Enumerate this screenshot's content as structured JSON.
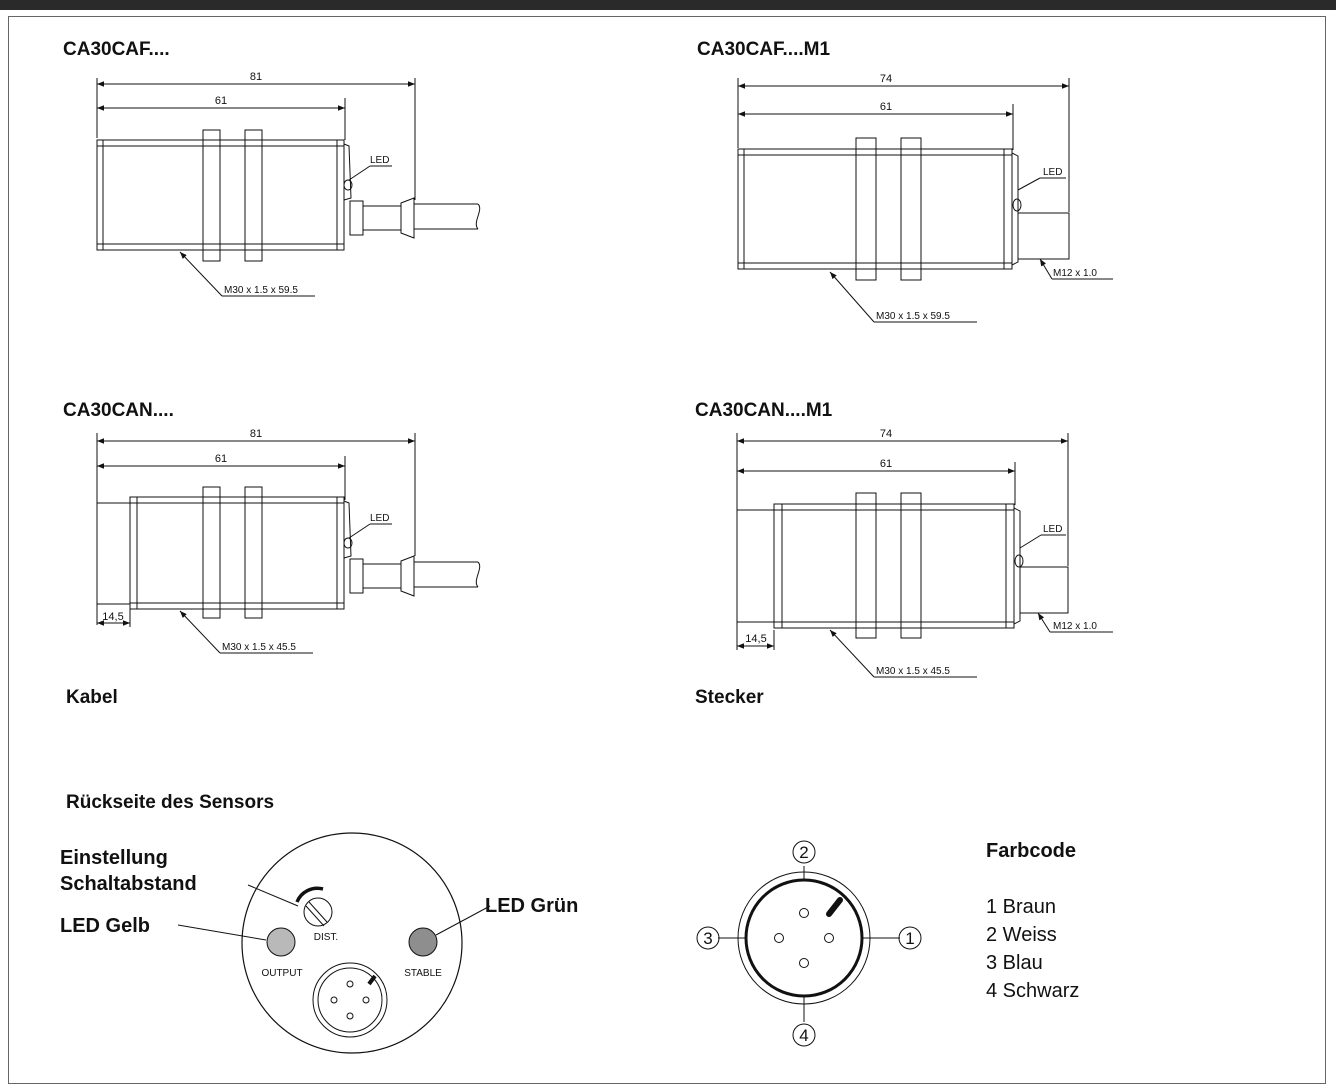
{
  "views": {
    "caf_cable": {
      "title": "CA30CAF....",
      "dim_total": "81",
      "dim_body": "61",
      "led": "LED",
      "thread": "M30 x 1.5 x 59.5"
    },
    "caf_plug": {
      "title": "CA30CAF....M1",
      "dim_total": "74",
      "dim_body": "61",
      "led": "LED",
      "thread": "M30 x 1.5 x 59.5",
      "connector": "M12 x 1.0"
    },
    "can_cable": {
      "title": "CA30CAN....",
      "dim_total": "81",
      "dim_body": "61",
      "led": "LED",
      "thread": "M30 x 1.5 x 45.5",
      "head": "14,5"
    },
    "can_plug": {
      "title": "CA30CAN....M1",
      "dim_total": "74",
      "dim_body": "61",
      "led": "LED",
      "thread": "M30 x 1.5 x 45.5",
      "head": "14,5",
      "connector": "M12 x 1.0"
    }
  },
  "labels": {
    "kabel": "Kabel",
    "stecker": "Stecker"
  },
  "back": {
    "title": "Rückseite des Sensors",
    "setting_line1": "Einstellung",
    "setting_line2": "Schaltabstand",
    "led_yellow": "LED Gelb",
    "led_green": "LED Grün",
    "dist": "DIST.",
    "output": "OUTPUT",
    "stable": "STABLE"
  },
  "connector": {
    "pins": [
      "1",
      "2",
      "3",
      "4"
    ]
  },
  "colorcode": {
    "title": "Farbcode",
    "items": [
      "1 Braun",
      "2 Weiss",
      "3 Blau",
      "4 Schwarz"
    ]
  },
  "colors": {
    "led_fill": "#b9b9b9",
    "led_green_fill": "#8e8e8e",
    "line": "#111111",
    "topbar": "#2a2a2a"
  }
}
